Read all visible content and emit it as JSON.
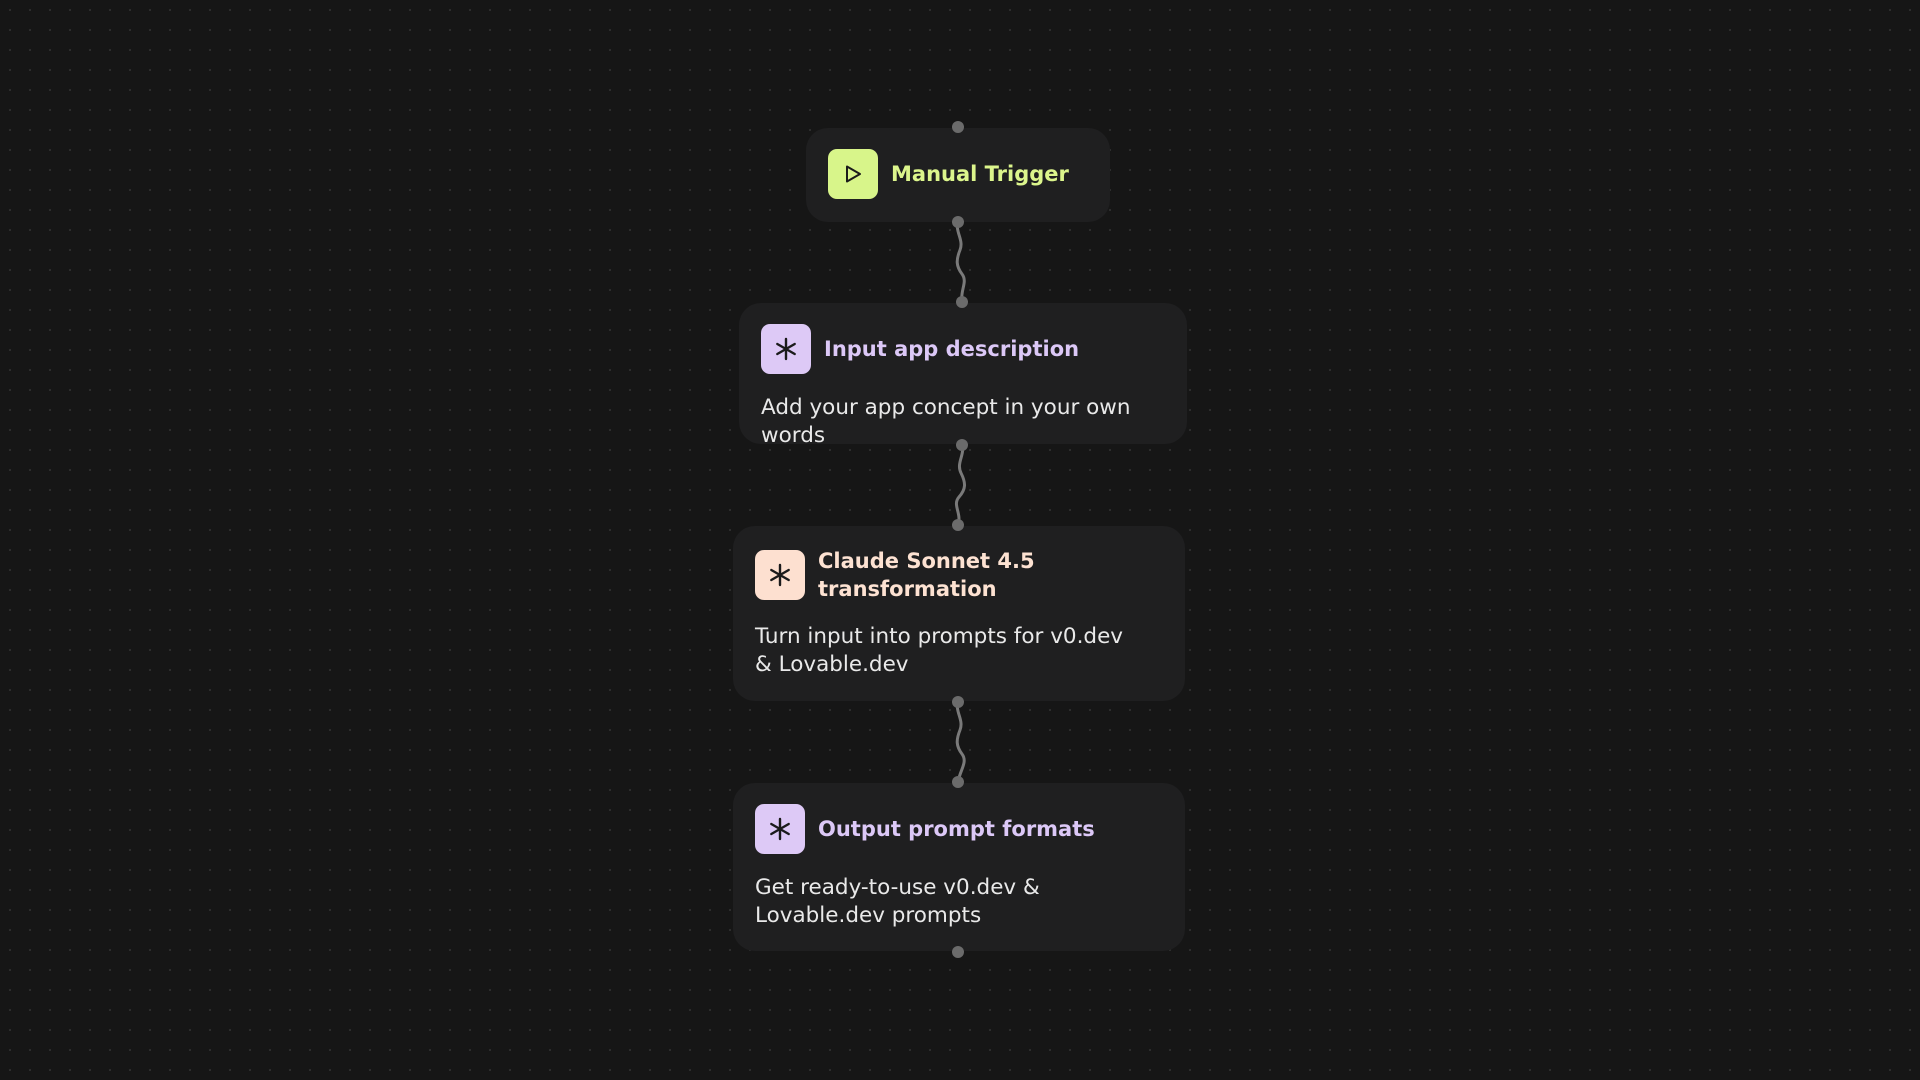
{
  "colors": {
    "background": "#161616",
    "node_background": "#1f1f20",
    "trigger_accent": "#dcf58c",
    "trigger_icon_bg": "#d8f58a",
    "ai_text_purple": "#dcc8f7",
    "ai_icon_bg_purple": "#ddc9f6",
    "ai_text_peach": "#fde2d2",
    "ai_icon_bg_peach": "#fde0d0",
    "handle": "#6b6b6b",
    "wire": "#7a7a7a"
  },
  "nodes": [
    {
      "id": "manual-trigger",
      "icon": "play-icon",
      "title": "Manual Trigger",
      "description": ""
    },
    {
      "id": "input-app-description",
      "icon": "asterisk-icon",
      "title": "Input app description",
      "description": "Add your app concept in your own words"
    },
    {
      "id": "claude-transformation",
      "icon": "asterisk-icon",
      "title": "Claude Sonnet 4.5 transformation",
      "description": "Turn input into prompts for v0.dev & Lovable.dev"
    },
    {
      "id": "output-prompt-formats",
      "icon": "asterisk-icon",
      "title": "Output prompt formats",
      "description": "Get ready-to-use v0.dev & Lovable.dev prompts"
    }
  ]
}
